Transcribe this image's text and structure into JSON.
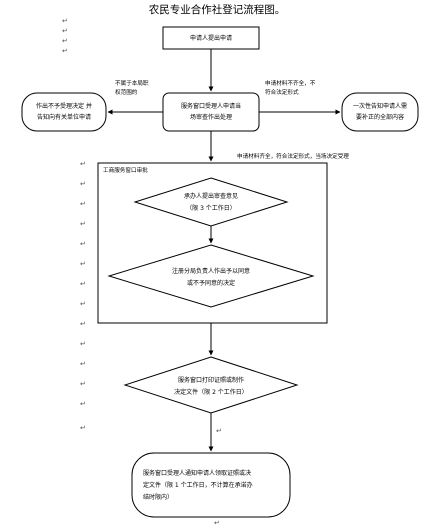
{
  "title": "农民专业合作社登记流程图。",
  "nodes": {
    "apply": "申请人提出申请",
    "window_handle": "服务窗口受理人申请当场审查作出处理",
    "reject": [
      "作出不予受理决定 并",
      "告知向有关单位申请"
    ],
    "notify": [
      "一次性告知申请人需",
      "要补正的全部内容"
    ],
    "opinion": [
      "承办人提出审查意见",
      "（限 3 个工作日）"
    ],
    "decision": [
      "注册分局负责人作出予以同意",
      "或不予同意的决定"
    ],
    "print": [
      "服务窗口打印证照或制作",
      "决定文件（限 2 个工作日）"
    ],
    "final": [
      "服务窗口受理人通知申请人领取证照或决",
      "定文件（限 1 个工作日，不计算在承诺办",
      "结时限内）"
    ]
  },
  "labels": {
    "out_of_scope": [
      "不属于本局职",
      "权范围的"
    ],
    "incomplete": [
      "申请材料不齐全，不",
      "符合法定形式"
    ],
    "complete": "申请材料齐全，符合法定形式，当场决定受理",
    "section": "工商服务窗口审批"
  },
  "para_mark": "↵"
}
